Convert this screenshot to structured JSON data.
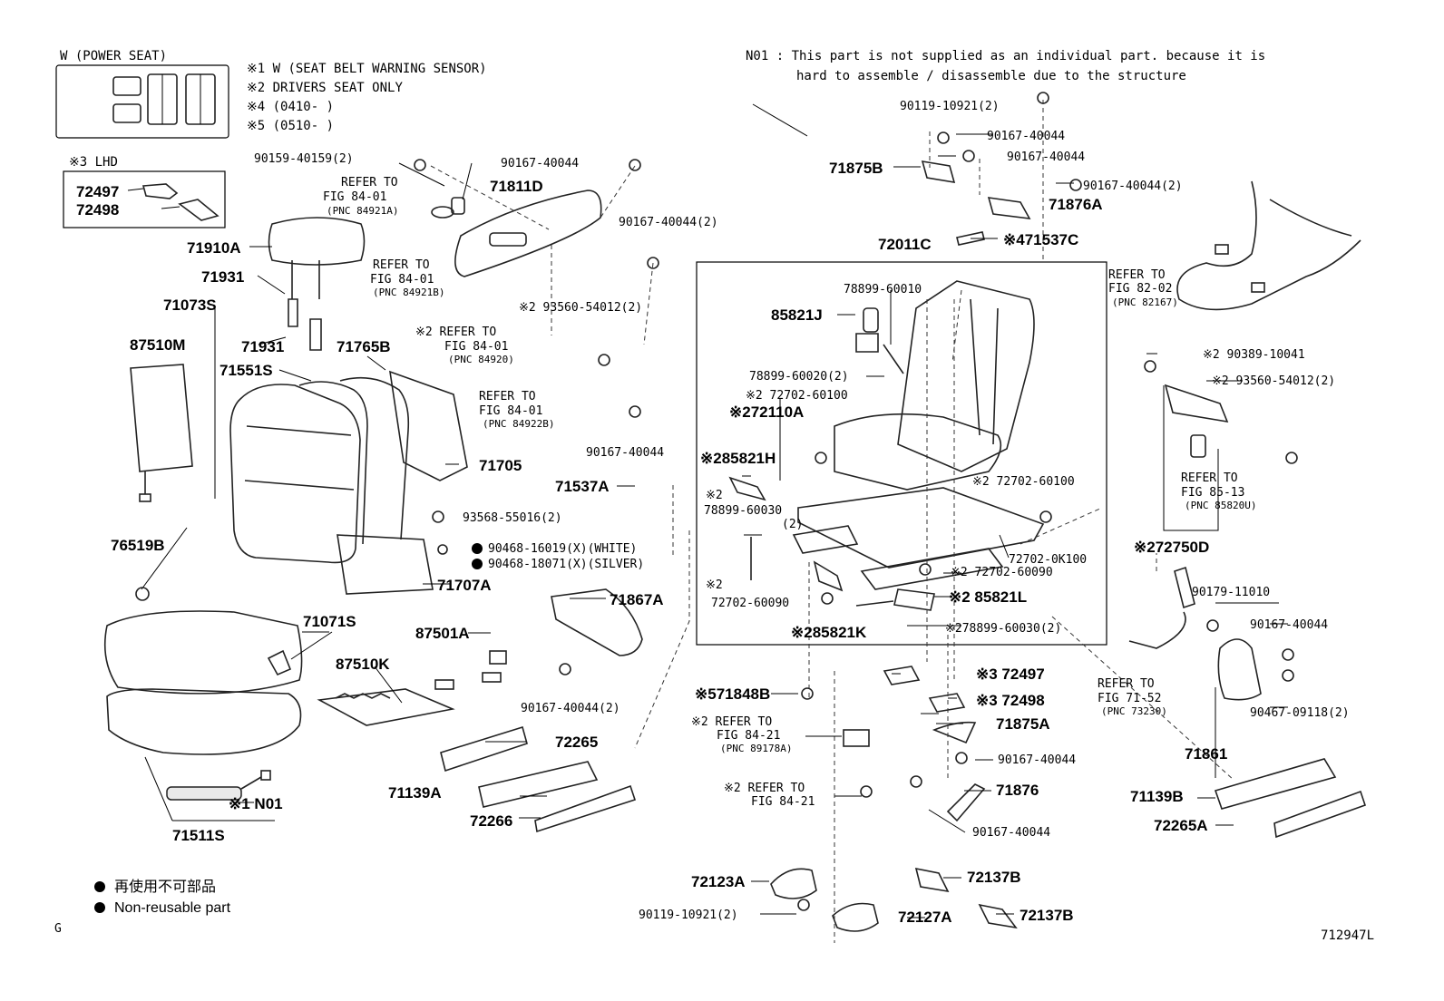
{
  "header": {
    "power_seat": "W (POWER SEAT)",
    "notes": [
      "※1  W (SEAT BELT WARNING SENSOR)",
      "※2  DRIVERS  SEAT  ONLY",
      "※4  (0410-     )",
      "※5  (0510-     )"
    ],
    "n01_line1": "N01 : This part is not supplied as an individual part. because it is",
    "n01_line2": "hard to assemble / disassemble due to the structure",
    "lhd_title": "※3  LHD"
  },
  "footer": {
    "legend_jp": "再使用不可部品",
    "legend_en": "Non-reusable part",
    "corner_g": "G",
    "diagram_id": "712947L"
  },
  "refs": {
    "r1": [
      "REFER TO",
      "FIG 84-01",
      "(PNC 84921A)"
    ],
    "r2": [
      "REFER TO",
      "FIG 84-01",
      "(PNC 84921B)"
    ],
    "r3": [
      "※2 REFER TO",
      "FIG 84-01",
      "(PNC 84920)"
    ],
    "r4": [
      "REFER TO",
      "FIG 84-01",
      "(PNC 84922B)"
    ],
    "r5": [
      "REFER TO",
      "FIG 82-02",
      "(PNC 82167)"
    ],
    "r6": [
      "REFER TO",
      "FIG 85-13",
      "(PNC 85820U)"
    ],
    "r7": [
      "REFER TO",
      "FIG 71-52",
      "(PNC 73230)"
    ],
    "r8": [
      "※2 REFER TO",
      "FIG 84-21",
      "(PNC 89178A)"
    ],
    "r9": [
      "※2 REFER TO",
      "FIG 84-21"
    ]
  },
  "labels": {
    "p72497": "72497",
    "p72498": "72498",
    "p71910A": "71910A",
    "p71931a": "71931",
    "p71931b": "71931",
    "p71073S": "71073S",
    "p87510M": "87510M",
    "p71551S": "71551S",
    "p71765B": "71765B",
    "p71705": "71705",
    "p90159": "90159-40159(2)",
    "p90167_a": "90167-40044",
    "p71811D": "71811D",
    "p90167_b": "90167-40044(2)",
    "p93560_a": "※2  93560-54012(2)",
    "p90167_c": "90167-40044",
    "p93568": "93568-55016(2)",
    "p90468_1": "90468-16019(X)(WHITE)",
    "p90468_2": "90468-18071(X)(SILVER)",
    "p71707A": "71707A",
    "p76519B": "76519B",
    "p71071S": "71071S",
    "p87501A": "87501A",
    "p87510K": "87510K",
    "p71867A": "71867A",
    "p90167_d": "90167-40044(2)",
    "p72265": "72265",
    "p71139A": "71139A",
    "p72266": "72266",
    "p71511S": "71511S",
    "p1N01": "※1 N01",
    "p71537A": "71537A",
    "p90119_a": "90119-10921(2)",
    "p90167_e": "90167-40044",
    "p90167_f": "90167-40044",
    "p71875B": "71875B",
    "p90167_g": "90167-40044(2)",
    "p71876A": "71876A",
    "p72011C": "72011C",
    "p471537C": "※471537C",
    "p85821J": "85821J",
    "p78899_60010": "78899-60010",
    "p78899_60020": "78899-60020(2)",
    "p72702_60100a": "※2 72702-60100",
    "p72110A": "※272110A",
    "p85821H": "※285821H",
    "p78899_60030": "※2\n78899-60030",
    "p2paren": "(2)",
    "p72702_60100b": "※2 72702-60100",
    "p72702_0K100": "72702-0K100",
    "p72702_60090a": "※2 72702-60090",
    "p72702_60090b": "※2\n72702-60090",
    "p85821L": "※2  85821L",
    "p85821K": "※285821K",
    "p78899_60030b": "※278899-60030(2)",
    "p90389": "※2 90389-10041",
    "p93560_b": "※2  93560-54012(2)",
    "p72750D": "※272750D",
    "p90179": "90179-11010",
    "p90167_h": "90167-40044",
    "p90467": "90467-09118(2)",
    "p71861": "71861",
    "p71848B": "※571848B",
    "p72497b": "※3  72497",
    "p72498b": "※3  72498",
    "p71875A": "71875A",
    "p90167_i": "90167-40044",
    "p71876": "71876",
    "p90167_j": "90167-40044",
    "p71139B": "71139B",
    "p72265A": "72265A",
    "p72123A": "72123A",
    "p90119_b": "90119-10921(2)",
    "p72127A": "72127A",
    "p72137Ba": "72137B",
    "p72137Bb": "72137B"
  }
}
